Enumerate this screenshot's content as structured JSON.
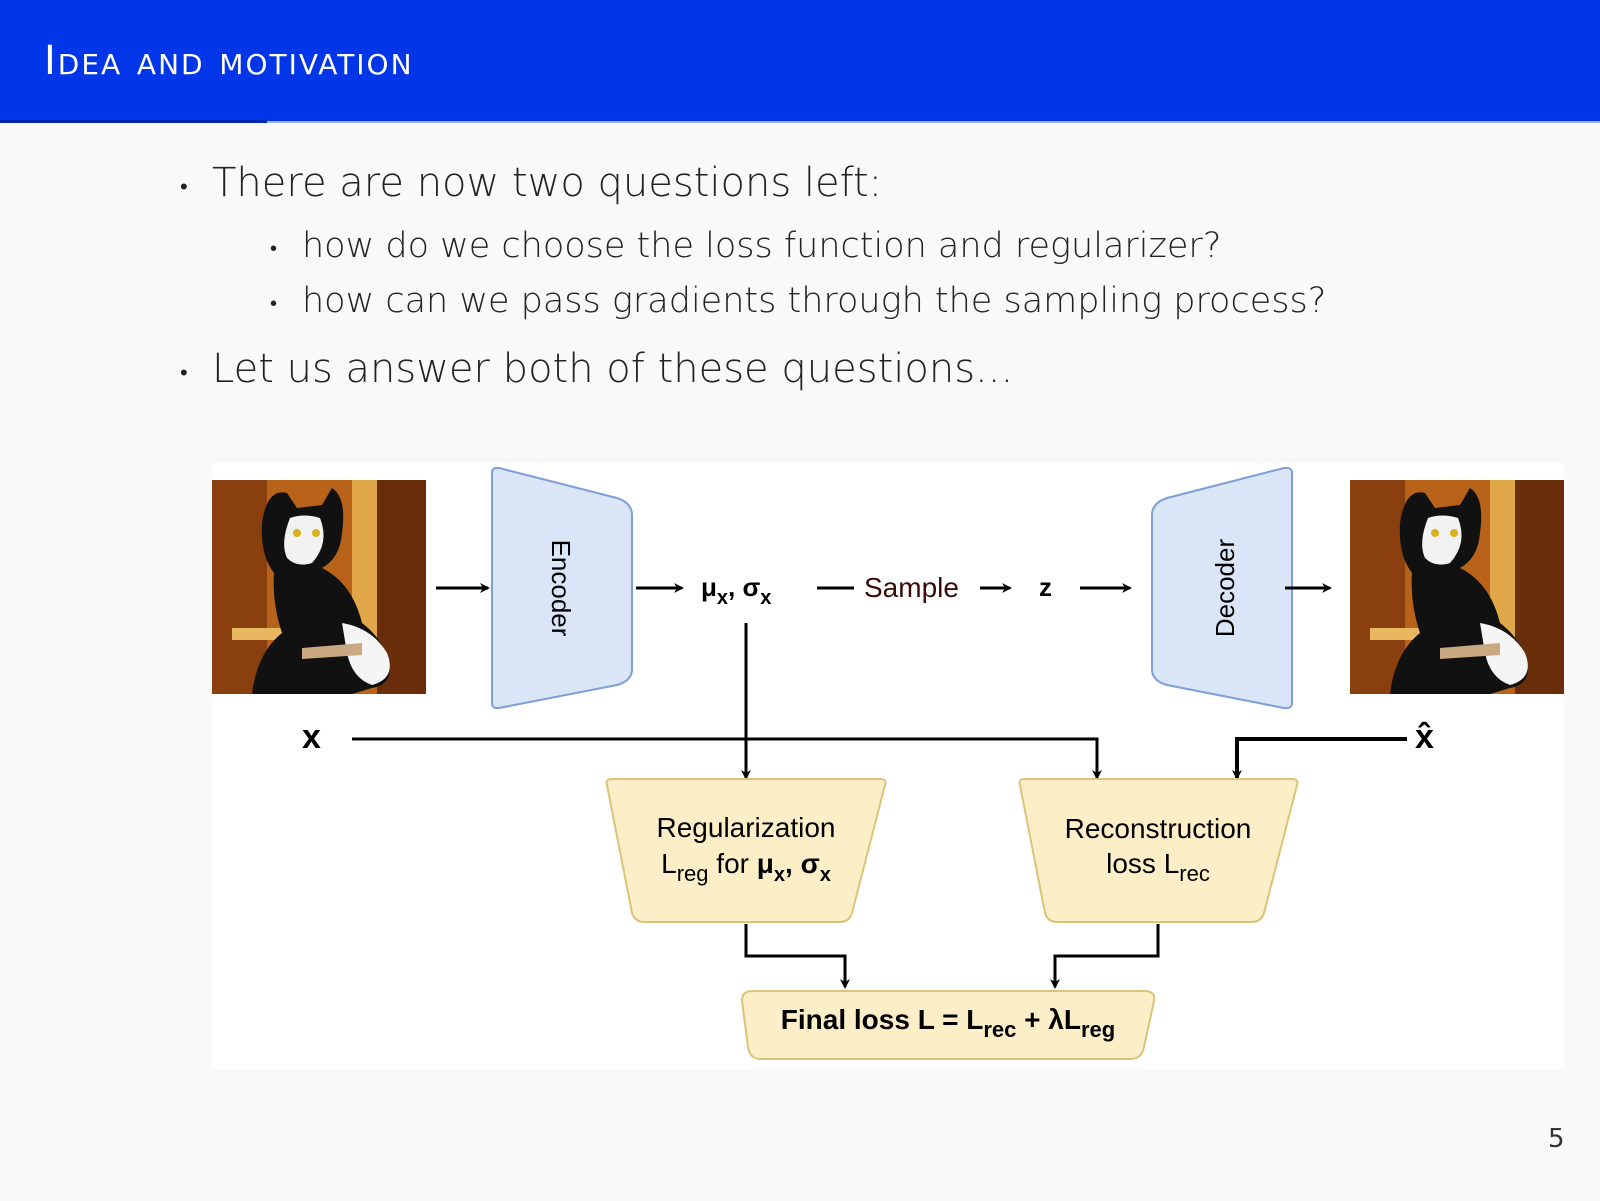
{
  "slide": {
    "title": "Idea and motivation",
    "bullets": [
      "There are now two questions left:",
      "how do we choose the loss function and regularizer?",
      "how can we pass gradients through the sampling process?",
      "Let us answer both of these questions..."
    ],
    "page_number": "5"
  },
  "diagram": {
    "input_image": "painting of a cat in a black dress (input)",
    "output_image": "painting of a cat in a black dress (reconstruction)",
    "encoder_label": "Encoder",
    "decoder_label": "Decoder",
    "latent_params_mu": "μ",
    "latent_params_sigma": "σ",
    "latent_params_sub": "x",
    "sample_label": "Sample",
    "z_label": "z",
    "x_label": "x",
    "xhat_label": "x̂",
    "regularization_line1": "Regularization",
    "regularization_L": "L",
    "regularization_L_sub": "reg",
    "regularization_for": " for ",
    "reconstruction_line1": "Reconstruction",
    "reconstruction_loss": "loss L",
    "reconstruction_sub": "rec",
    "final_loss_prefix": "Final loss L = L",
    "final_loss_sub1": "rec",
    "final_loss_mid": " + λL",
    "final_loss_sub2": "reg",
    "colors": {
      "encoder_fill": "#dae6f7",
      "encoder_stroke": "#7da0d6",
      "loss_fill": "#fcefc7",
      "loss_stroke": "#dcc37a"
    }
  }
}
